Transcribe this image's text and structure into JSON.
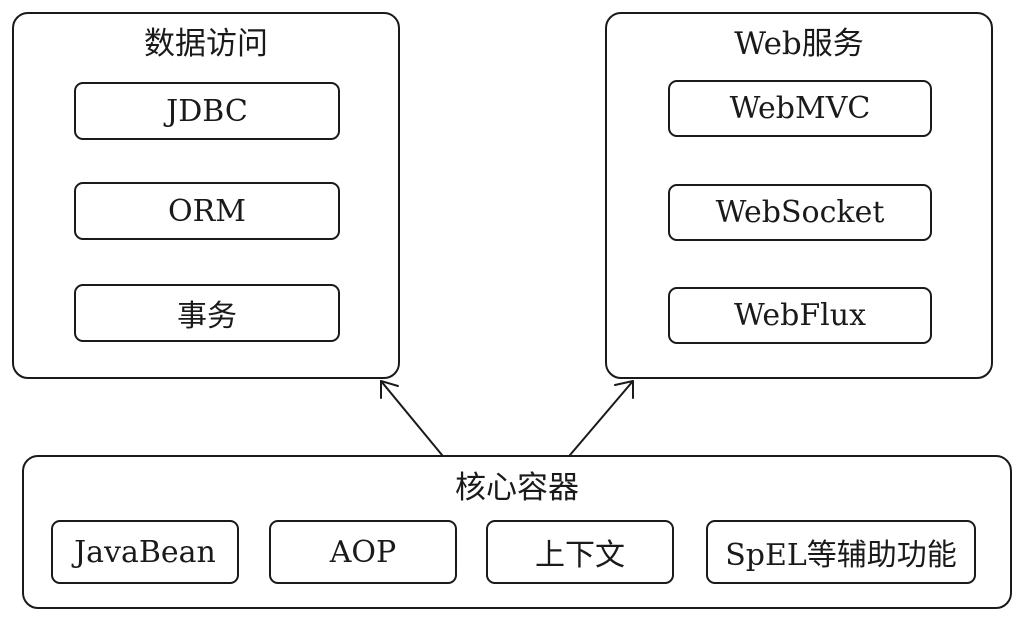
{
  "data_access": {
    "title": "数据访问",
    "items": [
      "JDBC",
      "ORM",
      "事务"
    ]
  },
  "web_services": {
    "title": "Web服务",
    "items": [
      "WebMVC",
      "WebSocket",
      "WebFlux"
    ]
  },
  "core_container": {
    "title": "核心容器",
    "items": [
      "JavaBean",
      "AOP",
      "上下文",
      "SpEL等辅助功能"
    ]
  },
  "colors": {
    "stroke": "#1a1a1a",
    "background": "#ffffff"
  }
}
